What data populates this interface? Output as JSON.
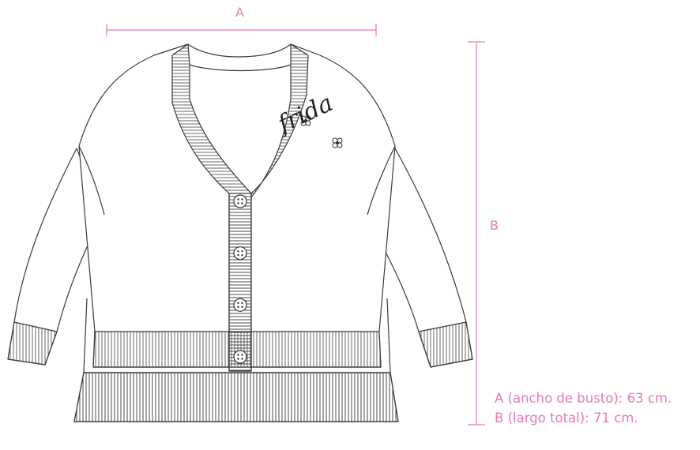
{
  "colors": {
    "accent": "#e879b8",
    "line": "#3a3a3a"
  },
  "dimensions": {
    "a_label": "A",
    "b_label": "B"
  },
  "legend": {
    "line_a": "A (ancho de busto): 63 cm.",
    "line_b": "B (largo total): 71 cm."
  },
  "garment": {
    "brand_text": "frida",
    "button_count": 4
  }
}
